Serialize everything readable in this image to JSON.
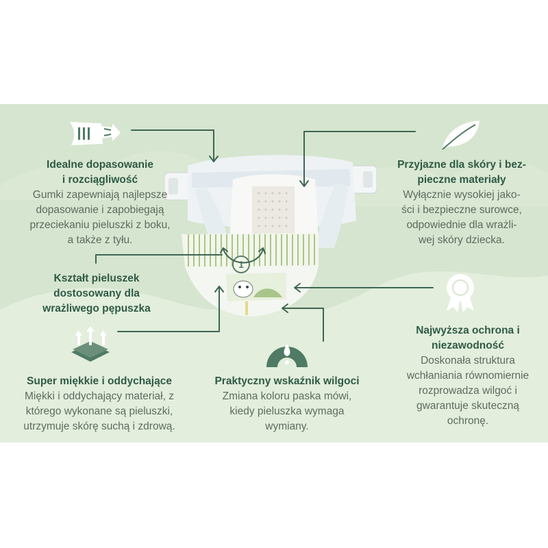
{
  "colors": {
    "panel": "#d6e5cf",
    "hill": "#e3eedd",
    "icon_green": "#4f7a63",
    "title_green": "#2f5a45",
    "text_gray": "#5d6b60",
    "line": "#3e6653"
  },
  "features": {
    "fit": {
      "title": "Idealne dopasowanie\ni rozciągliwość",
      "desc": "Gumki zapewniają najlepsze\ndopasowanie i zapobiegają\nprzeciekaniu pieluszki z boku,\na także z tyłu.",
      "icon": "stretch-arrows-icon"
    },
    "skin": {
      "title": "Przyjazne dla skóry i bez-\npieczne materiały",
      "desc": "Wyłącznie wysokiej jako-\nści i bezpieczne surowce,\nodpowiednie dla wrażli-\nwej skóry dziecka.",
      "icon": "leaf-icon"
    },
    "shape": {
      "title": "Kształt pieluszek\ndostosowany dla\nwrażliwego pępuszka",
      "icon": "navel-cutout-icon"
    },
    "protection": {
      "title": "Najwyższa ochrona i\nniezawodność",
      "desc": "Doskonała struktura\nwchłaniania równomiernie\nrozprowadza wilgoć i\ngwarantuje skuteczną\nochronę.",
      "icon": "award-rosette-icon"
    },
    "soft": {
      "title": "Super miękkie i oddychające",
      "desc": "Miękki i oddychający materiał, z\nktórego wykonane są pieluszki,\nutrzymuje skórę suchą i zdrową.",
      "icon": "breathable-layer-icon"
    },
    "wetness": {
      "title": "Praktyczny wskaźnik wilgoci",
      "desc": "Zmiana koloru paska mówi,\nkiedy pieluszka wymaga\nwymiany.",
      "icon": "wetness-gauge-icon"
    }
  },
  "diaper": {
    "size_badge": "1"
  }
}
